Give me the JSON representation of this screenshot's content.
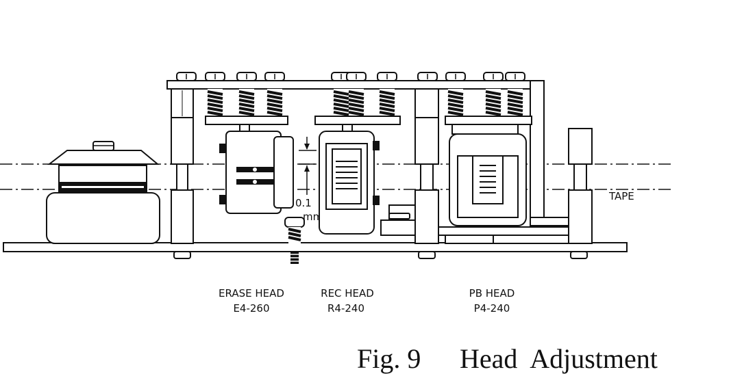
{
  "labels": {
    "dimension_value": "0.1",
    "dimension_unit": "mm",
    "tape": "TAPE",
    "erase_head_name": "ERASE HEAD",
    "erase_head_model": "E4-260",
    "rec_head_name": "REC HEAD",
    "rec_head_model": "R4-240",
    "pb_head_name": "PB HEAD",
    "pb_head_model": "P4-240"
  },
  "caption": {
    "figure": "Fig. 9",
    "title": "Head  Adjustment"
  }
}
